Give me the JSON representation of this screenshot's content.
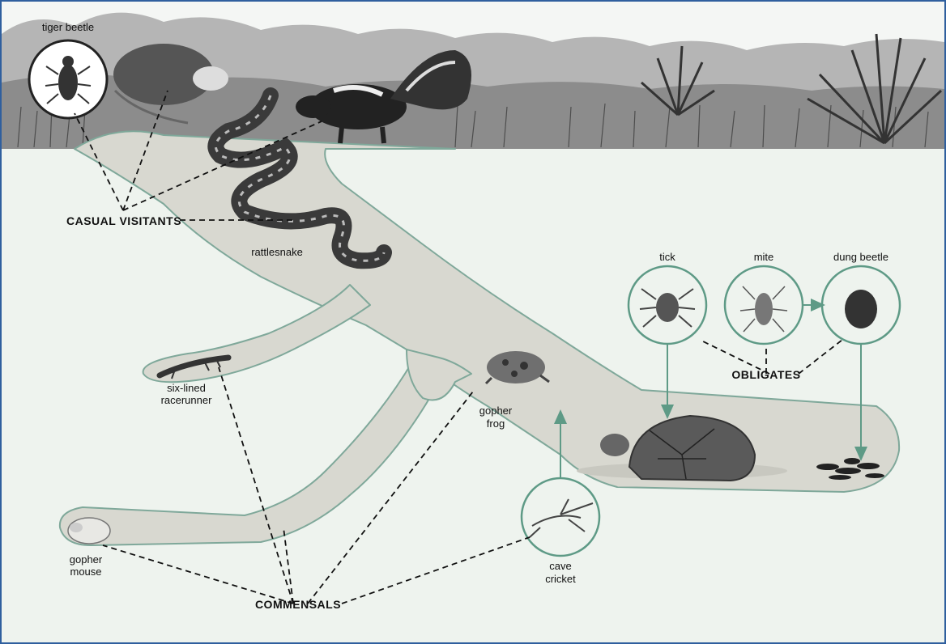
{
  "groups": {
    "casual_visitants": "CASUAL VISITANTS",
    "obligates": "OBLIGATES",
    "commensals": "COMMENSALS"
  },
  "animals": {
    "tiger_beetle": "tiger beetle",
    "rattlesnake": "rattlesnake",
    "tick": "tick",
    "mite": "mite",
    "dung_beetle": "dung beetle",
    "racerunner_line1": "six-lined",
    "racerunner_line2": "racerunner",
    "gopher_frog_line1": "gopher",
    "gopher_frog_line2": "frog",
    "gopher_mouse_line1": "gopher",
    "gopher_mouse_line2": "mouse",
    "cave_cricket_line1": "cave",
    "cave_cricket_line2": "cricket"
  },
  "colors": {
    "frame_border": "#2f5f9e",
    "soil": "#eef3ee",
    "burrow": "#d8d8d0",
    "burrow_edge": "#7fa89a",
    "circle_stroke": "#5e9a86",
    "arrow": "#5e9a86",
    "sky": "#f4f6f4",
    "vegetation": "#6b6b6b"
  }
}
